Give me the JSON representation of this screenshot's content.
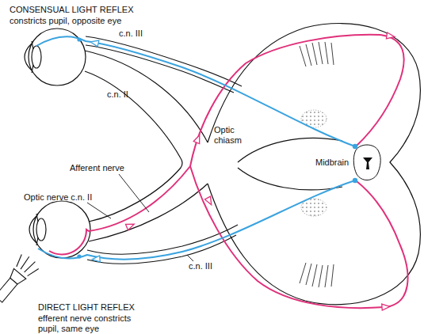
{
  "diagram": {
    "labels": [
      "CONSENSUAL LIGHT REFLEX",
      "constricts pupil, opposite eye",
      "c.n. III",
      "c.n. II",
      "Optic chiasm",
      "Midbrain",
      "Afferent nerve",
      "Optic nerve c.n. II",
      "c.n. III",
      "DIRECT LIGHT REFLEX",
      "efferent nerve constricts pupil, same eye"
    ]
  }
}
